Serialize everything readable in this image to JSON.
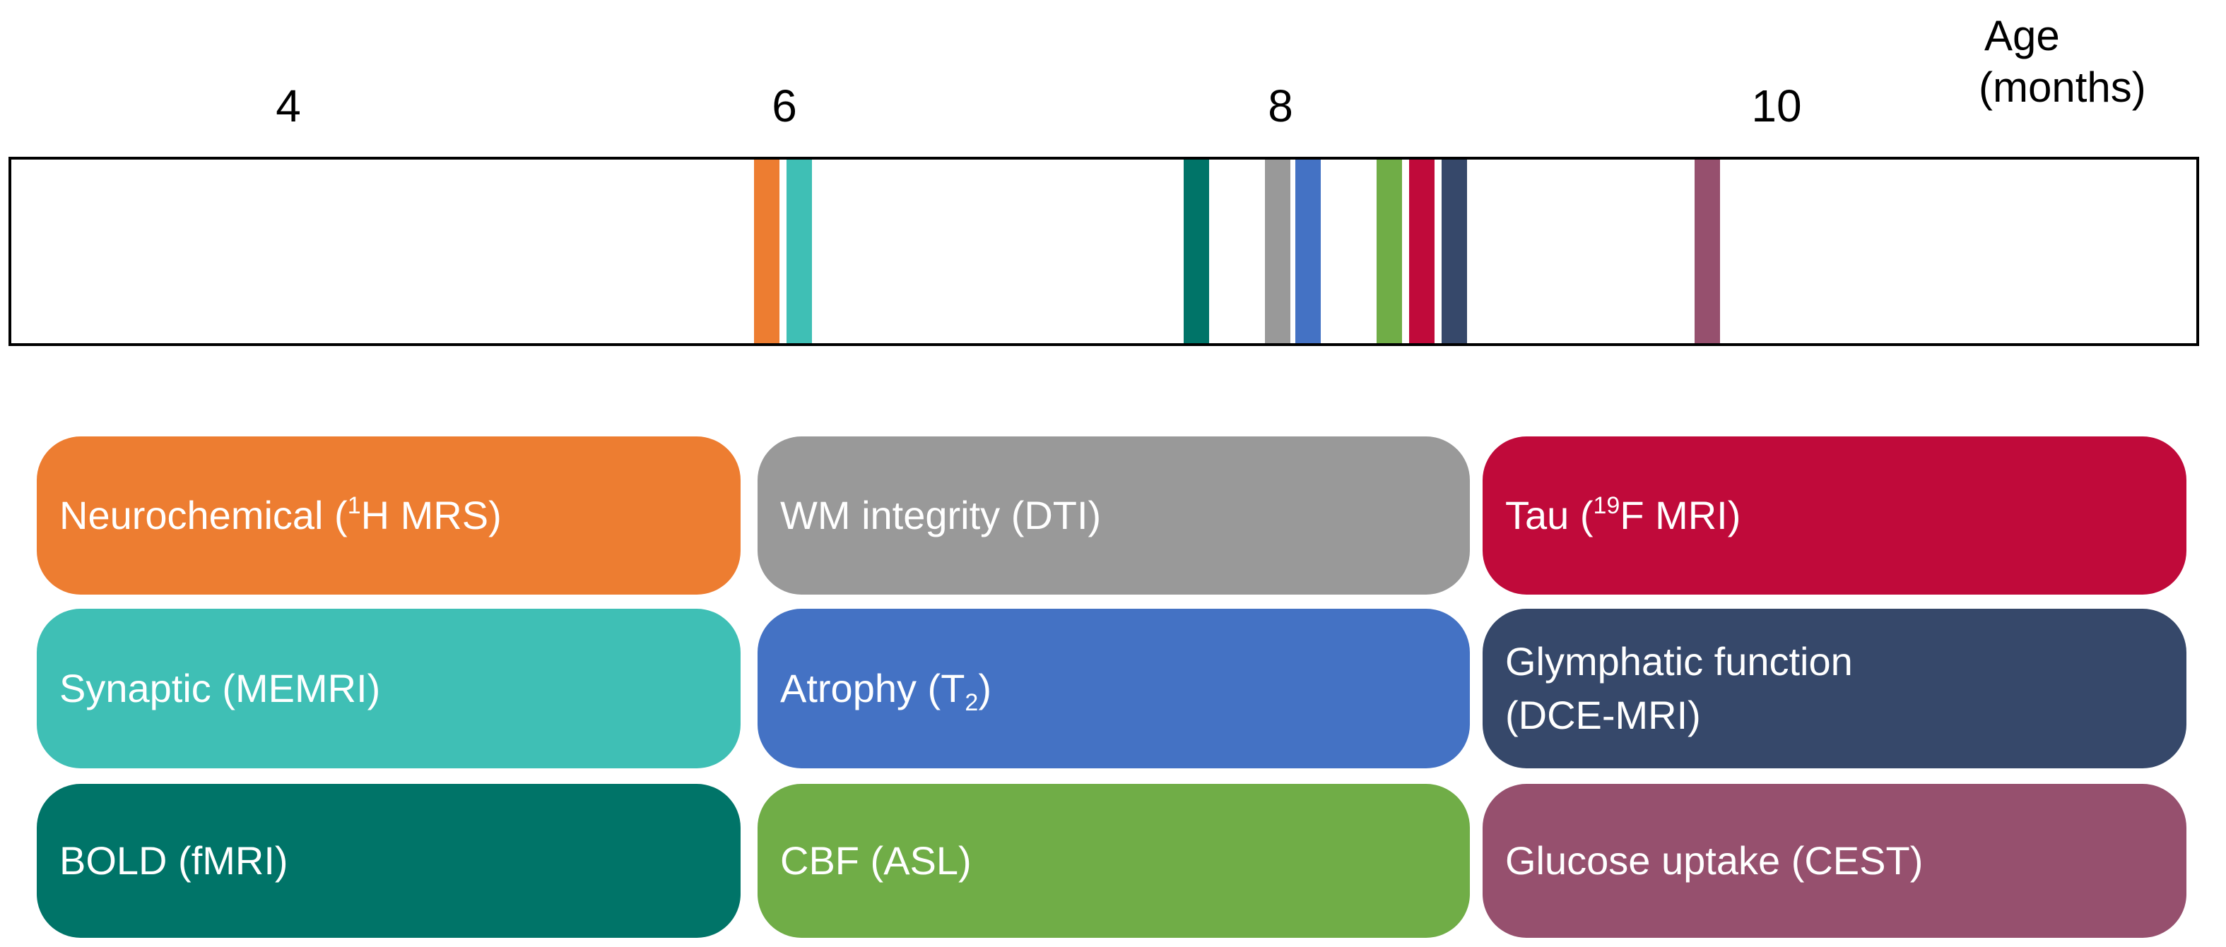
{
  "axis": {
    "title_line1": "Age",
    "title_line2": "(months)",
    "ticks": [
      {
        "value": 4,
        "label": "4"
      },
      {
        "value": 6,
        "label": "6"
      },
      {
        "value": 8,
        "label": "8"
      },
      {
        "value": 10,
        "label": "10"
      }
    ]
  },
  "markers": [
    {
      "age": 5.93,
      "color": "#ED7D31",
      "biomarker": "Neurochemical (1H MRS)"
    },
    {
      "age": 6.06,
      "color": "#3FBFB5",
      "biomarker": "Synaptic (MEMRI)"
    },
    {
      "age": 7.66,
      "color": "#007468",
      "biomarker": "BOLD (fMRI)"
    },
    {
      "age": 7.99,
      "color": "#999999",
      "biomarker": "WM integrity (DTI)"
    },
    {
      "age": 8.11,
      "color": "#4472C4",
      "biomarker": "Atrophy (T2)"
    },
    {
      "age": 8.44,
      "color": "#70AD47",
      "biomarker": "CBF (ASL)"
    },
    {
      "age": 8.57,
      "color": "#C00A3A",
      "biomarker": "Tau (19F MRI)"
    },
    {
      "age": 8.7,
      "color": "#36486A",
      "biomarker": "Glymphatic function (DCE-MRI)"
    },
    {
      "age": 9.72,
      "color": "#96506E",
      "biomarker": "Glucose uptake (CEST)"
    }
  ],
  "cards": [
    {
      "id": "neurochemical",
      "color": "#ED7D31",
      "col": 0,
      "row": 0,
      "text": "Neurochemical (",
      "sup": "1",
      "after": "H MRS)"
    },
    {
      "id": "synaptic",
      "color": "#3FBFB5",
      "col": 0,
      "row": 1,
      "text": "Synaptic (MEMRI)"
    },
    {
      "id": "bold",
      "color": "#007468",
      "col": 0,
      "row": 2,
      "text": "BOLD (fMRI)"
    },
    {
      "id": "wm-integrity",
      "color": "#999999",
      "col": 1,
      "row": 0,
      "text": "WM integrity (DTI)"
    },
    {
      "id": "atrophy",
      "color": "#4472C4",
      "col": 1,
      "row": 1,
      "text": "Atrophy (T",
      "sub": "2",
      "after": ")"
    },
    {
      "id": "cbf",
      "color": "#70AD47",
      "col": 1,
      "row": 2,
      "text": "CBF (ASL)"
    },
    {
      "id": "tau",
      "color": "#C00A3A",
      "col": 2,
      "row": 0,
      "text": "Tau (",
      "sup": "19",
      "after": "F MRI)"
    },
    {
      "id": "glymphatic",
      "color": "#36486A",
      "col": 2,
      "row": 1,
      "text": "Glymphatic function\n(DCE-MRI)"
    },
    {
      "id": "glucose",
      "color": "#96506E",
      "col": 2,
      "row": 2,
      "text": "Glucose uptake (CEST)"
    }
  ]
}
